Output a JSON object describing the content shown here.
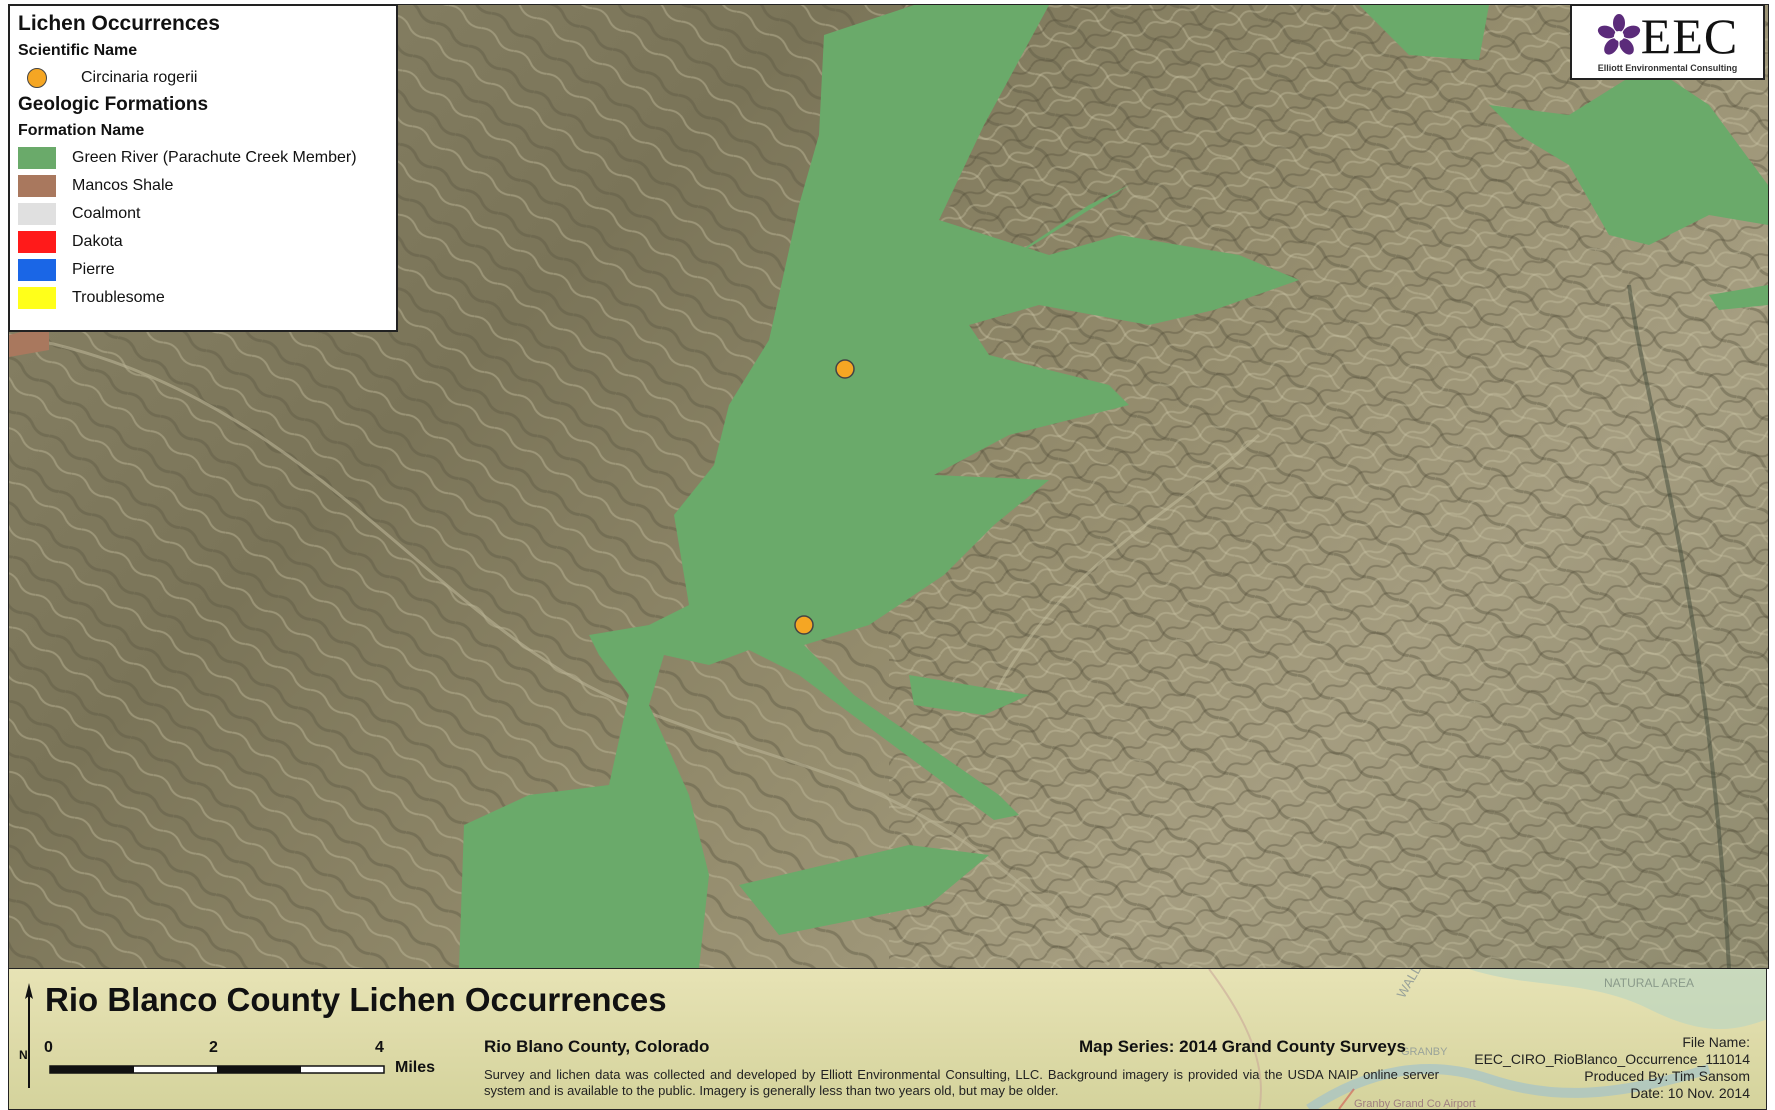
{
  "legend": {
    "title": "Lichen Occurrences",
    "species_header": "Scientific Name",
    "species": [
      {
        "label": "Circinaria rogerii",
        "color": "#f5a623"
      }
    ],
    "geology_title": "Geologic Formations",
    "formation_header": "Formation Name",
    "formations": [
      {
        "label": "Green River (Parachute Creek Member)",
        "color": "#6aaa6a"
      },
      {
        "label": "Mancos Shale",
        "color": "#a9785e"
      },
      {
        "label": "Coalmont",
        "color": "#e0e0e0"
      },
      {
        "label": "Dakota",
        "color": "#ff1a1a"
      },
      {
        "label": "Pierre",
        "color": "#1a66e6"
      },
      {
        "label": "Troublesome",
        "color": "#ffff1a"
      }
    ]
  },
  "logo": {
    "text": "EEC",
    "subtitle": "Elliott Environmental Consulting",
    "color": "#5b2b7a"
  },
  "map": {
    "formation_fill": "#6aaa6a",
    "occurrences": [
      {
        "species": "Circinaria rogerii"
      },
      {
        "species": "Circinaria rogerii"
      }
    ]
  },
  "footer": {
    "title": "Rio Blanco County Lichen Occurrences",
    "subtitle": "Rio Blano County, Colorado",
    "series": "Map Series:  2014 Grand County Surveys",
    "credits": "Survey and lichen data was collected and developed by Elliott Environmental Consulting, LLC. Background imagery is provided via the USDA NAIP online server system and is available to the public.  Imagery is generally less than two years old, but may be older.",
    "file_label": "File Name:",
    "file_name": "EEC_CIRO_RioBlanco_Occurrence_111014",
    "produced_by": "Produced By:  Tim Sansom",
    "date": "Date:  10 Nov. 2014",
    "north_letter": "N",
    "scale_ticks": [
      "0",
      "2",
      "4"
    ],
    "scale_unit": "Miles",
    "bg_labels": [
      "NATURAL AREA",
      "WALDEN HOLLOW",
      "GRANBY",
      "Granby Grand Co Airport"
    ]
  }
}
